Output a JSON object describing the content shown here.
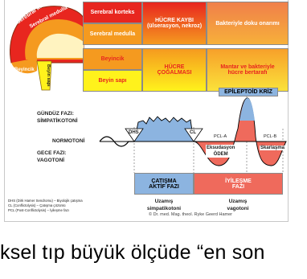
{
  "brain": {
    "outer_text": "Serebral korteks",
    "medulla_text": "Serebral medulla",
    "beyincik": "Beyincik",
    "beyin_sapi": "Beyin sapı"
  },
  "table": {
    "row1_left": "Serebral korteks",
    "row2_left": "Serebral medulla",
    "row1_mid": "HÜCRE KAYBI\n(ülserasyon, nekroz)",
    "row1_right": "Bakteriyle doku onarımı",
    "row3_left": "Beyincik",
    "row4_left": "Beyin sapı",
    "row3_mid": "HÜCRE\nÇOĞALMASI",
    "row3_right": "Mantar ve bakteriyle\nhücre bertarafı"
  },
  "diagram": {
    "epileptoid": "EPİLEPTOİD KRİZ",
    "day_label": "GÜNDÜZ FAZI:\nSİMPATİKOTONİ",
    "normotonia": "NORMOTONİ",
    "night_label": "GECE FAZI:\nVAGOTONİ",
    "dhs": "DHS",
    "cl": "CL",
    "pcla": "PCL-A",
    "pclb": "PCL-B",
    "exudation": "Eksudasyon\nÖDEM",
    "scarring": "Skarlaşma"
  },
  "phases": {
    "conflict_box": "ÇATIŞMA\nAKTİF FAZI",
    "healing_box": "İYİLEŞME\nFAZI",
    "conflict_sub": "Uzamış\nsimpatikotoni",
    "healing_sub": "Uzamış\nvagotoni"
  },
  "legend": {
    "dhs": "DHS (Dirk Hamer Sendromu) – Biyolojik çatışma",
    "cl": "CL (Conflictolysis) – Çatışma çözümü",
    "pcl": "PCL (Post-Conflictolysis) – İyileşme fazı"
  },
  "copyright": "© Dr. med. Mag. theol. Ryke Geerd Hamer",
  "bottom_text": "ksel tıp büyük ölçüde “en son",
  "colors": {
    "red": "#e8261f",
    "orange": "#f59a1f",
    "yellow": "#fff21c",
    "blue": "#8cb4e0",
    "heal_red": "#ef6a5c"
  }
}
